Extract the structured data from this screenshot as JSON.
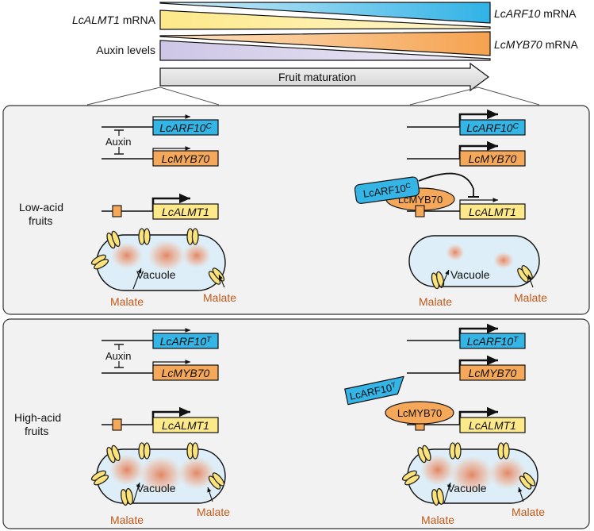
{
  "header": {
    "lcalmt1_mrna_gene": "LcALMT1",
    "lcalmt1_mrna_suffix": " mRNA",
    "auxin_levels": "Auxin levels",
    "lcarf10_mrna_gene": "LcARF10",
    "lcarf10_mrna_suffix": " mRNA",
    "lcmyb70_mrna_gene": "LcMYB70",
    "lcmyb70_mrna_suffix": " mRNA",
    "maturation_label": "Fruit maturation"
  },
  "genes": {
    "arf10": "LcARF10",
    "myb70": "LcMYB70",
    "almt1": "LcALMT1",
    "suffix_c": "C",
    "suffix_t": "T"
  },
  "proteins": {
    "arf10": "LcARF10",
    "myb70": "LcMYB70"
  },
  "labels": {
    "auxin": "Auxin",
    "vacuole": "Vacuole",
    "malate": "Malate"
  },
  "panels": {
    "low": {
      "label_line1": "Low-acid",
      "label_line2": "fruits"
    },
    "high": {
      "label_line1": "High-acid",
      "label_line2": "fruits"
    }
  },
  "colors": {
    "arf10_blue": "#35b4e6",
    "myb70_orange": "#f5a85a",
    "almt1_yellow": "#fde98a",
    "auxin_purple": "#cfc8e6",
    "vacuole_blue": "#ddeef8",
    "malate_brown": "#c05a1a",
    "panel_bg": "#f2f2f2"
  }
}
